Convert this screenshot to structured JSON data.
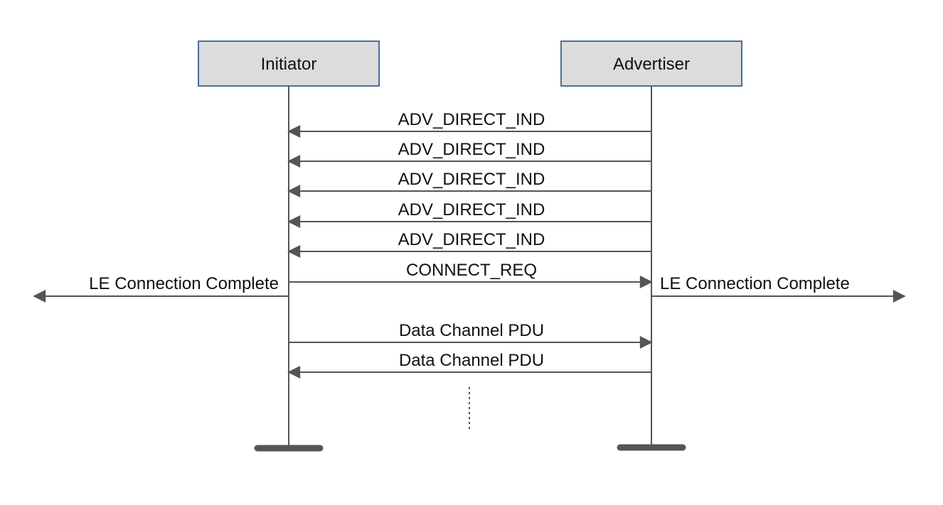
{
  "participants": [
    {
      "id": "initiator",
      "label": "Initiator"
    },
    {
      "id": "advertiser",
      "label": "Advertiser"
    }
  ],
  "messages": [
    {
      "label": "ADV_DIRECT_IND",
      "from": "advertiser",
      "to": "initiator"
    },
    {
      "label": "ADV_DIRECT_IND",
      "from": "advertiser",
      "to": "initiator"
    },
    {
      "label": "ADV_DIRECT_IND",
      "from": "advertiser",
      "to": "initiator"
    },
    {
      "label": "ADV_DIRECT_IND",
      "from": "advertiser",
      "to": "initiator"
    },
    {
      "label": "ADV_DIRECT_IND",
      "from": "advertiser",
      "to": "initiator"
    },
    {
      "label": "CONNECT_REQ",
      "from": "initiator",
      "to": "advertiser"
    },
    {
      "label": "Data Channel PDU",
      "from": "initiator",
      "to": "advertiser"
    },
    {
      "label": "Data Channel PDU",
      "from": "advertiser",
      "to": "initiator"
    }
  ],
  "events": [
    {
      "label": "LE Connection Complete",
      "side": "initiator",
      "direction": "left"
    },
    {
      "label": "LE Connection Complete",
      "side": "advertiser",
      "direction": "right"
    }
  ],
  "colors": {
    "box_fill": "#dcdcdc",
    "box_stroke": "#4a6f9a",
    "line": "#555555",
    "text": "#111111"
  }
}
